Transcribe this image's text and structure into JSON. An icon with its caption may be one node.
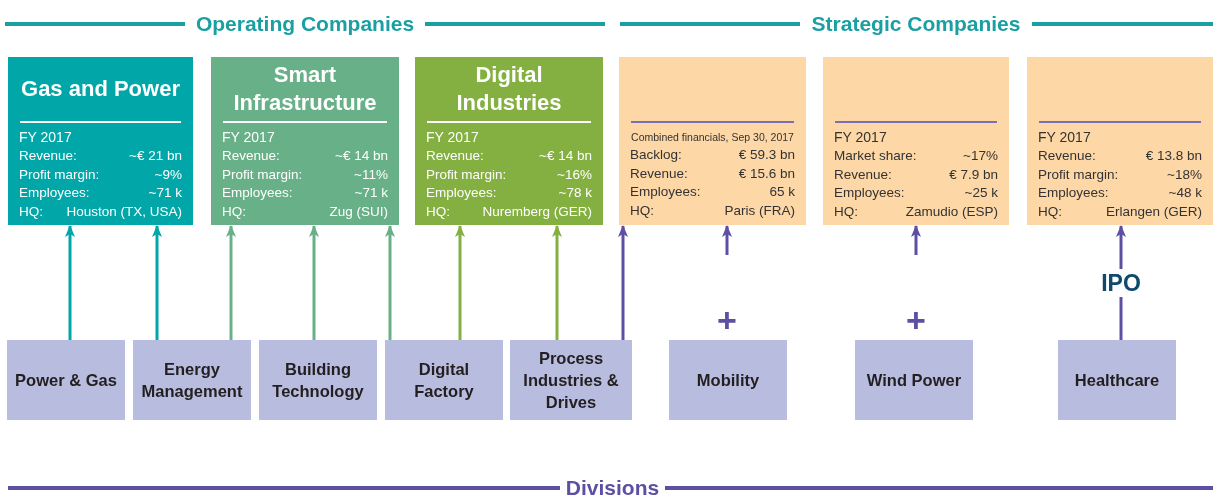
{
  "diagram": {
    "nodes": [
      {
        "text": [
          "Gas and Power",
          "FY 2017",
          "Revenue:",
          "~€ 21 bn",
          "Profit margin:",
          "~9%",
          "Employees:",
          "~71 k",
          "HQ:",
          "Houston (TX, USA)"
        ]
      },
      {
        "text": [
          "Smart Infrastructure",
          "FY 2017",
          "Revenue:",
          "~€ 14 bn",
          "Profit margin:",
          "~11%",
          "Employees:",
          "~71 k",
          "HQ:",
          "Zug (SUI)"
        ]
      },
      {
        "text": [
          "Digital Industries",
          "FY 2017",
          "Revenue:",
          "~€ 14 bn",
          "Profit margin:",
          "~16%",
          "Employees:",
          "~78 k",
          "HQ:",
          "Nuremberg (GER)"
        ]
      },
      {
        "text": [
          "Combined financials, Sep 30, 2017",
          "Backlog:",
          "€ 59.3 bn",
          "Revenue:",
          "€ 15.6 bn",
          "Employees:",
          "65 k",
          "HQ:",
          "Paris (FRA)"
        ]
      },
      {
        "text": [
          "FY 2017",
          "Market share:",
          "~17%",
          "Revenue:",
          "€ 7.9 bn",
          "Employees:",
          "~25 k",
          "HQ:",
          "Zamudio (ESP)"
        ]
      },
      {
        "text": [
          "FY 2017",
          "Revenue:",
          "€ 13.8 bn",
          "Profit margin:",
          "~18%",
          "Employees:",
          "~48 k",
          "HQ:",
          "Erlangen (GER)"
        ]
      },
      {
        "text": [
          "Power & Gas"
        ]
      },
      {
        "text": [
          "Energy Management"
        ]
      },
      {
        "text": [
          "Building Technology"
        ]
      },
      {
        "text": [
          "Digital Factory"
        ]
      },
      {
        "text": [
          "Process Industries & Drives"
        ]
      },
      {
        "text": [
          "Mobility"
        ]
      },
      {
        "text": [
          "Wind Power"
        ]
      },
      {
        "text": [
          "Healthcare"
        ]
      }
    ],
    "edges": [
      {
        "from": 6,
        "to": 0,
        "arrow": "to",
        "color": "#00a6a8"
      },
      {
        "from": 7,
        "to": 0,
        "arrow": "to",
        "color": "#00a6a8"
      },
      {
        "from": 7,
        "to": 1,
        "arrow": "to",
        "color": "#68b088"
      },
      {
        "from": 8,
        "to": 1,
        "arrow": "to",
        "color": "#68b088"
      },
      {
        "from": 9,
        "to": 1,
        "arrow": "to",
        "color": "#68b088"
      },
      {
        "from": 9,
        "to": 2,
        "arrow": "to",
        "color": "#84b041"
      },
      {
        "from": 10,
        "to": 2,
        "arrow": "to",
        "color": "#84b041"
      },
      {
        "from": 10,
        "to": 3,
        "arrow": "to"
      },
      {
        "from": null,
        "to": 3,
        "arrow": "to"
      },
      {
        "from": null,
        "to": 4,
        "arrow": "to"
      },
      {
        "from": 13,
        "to": 5,
        "arrow": "to",
        "label": "IPO"
      }
    ],
    "labels": [
      "Operating Companies",
      "Strategic Companies",
      "+",
      "+",
      "Divisions"
    ]
  }
}
